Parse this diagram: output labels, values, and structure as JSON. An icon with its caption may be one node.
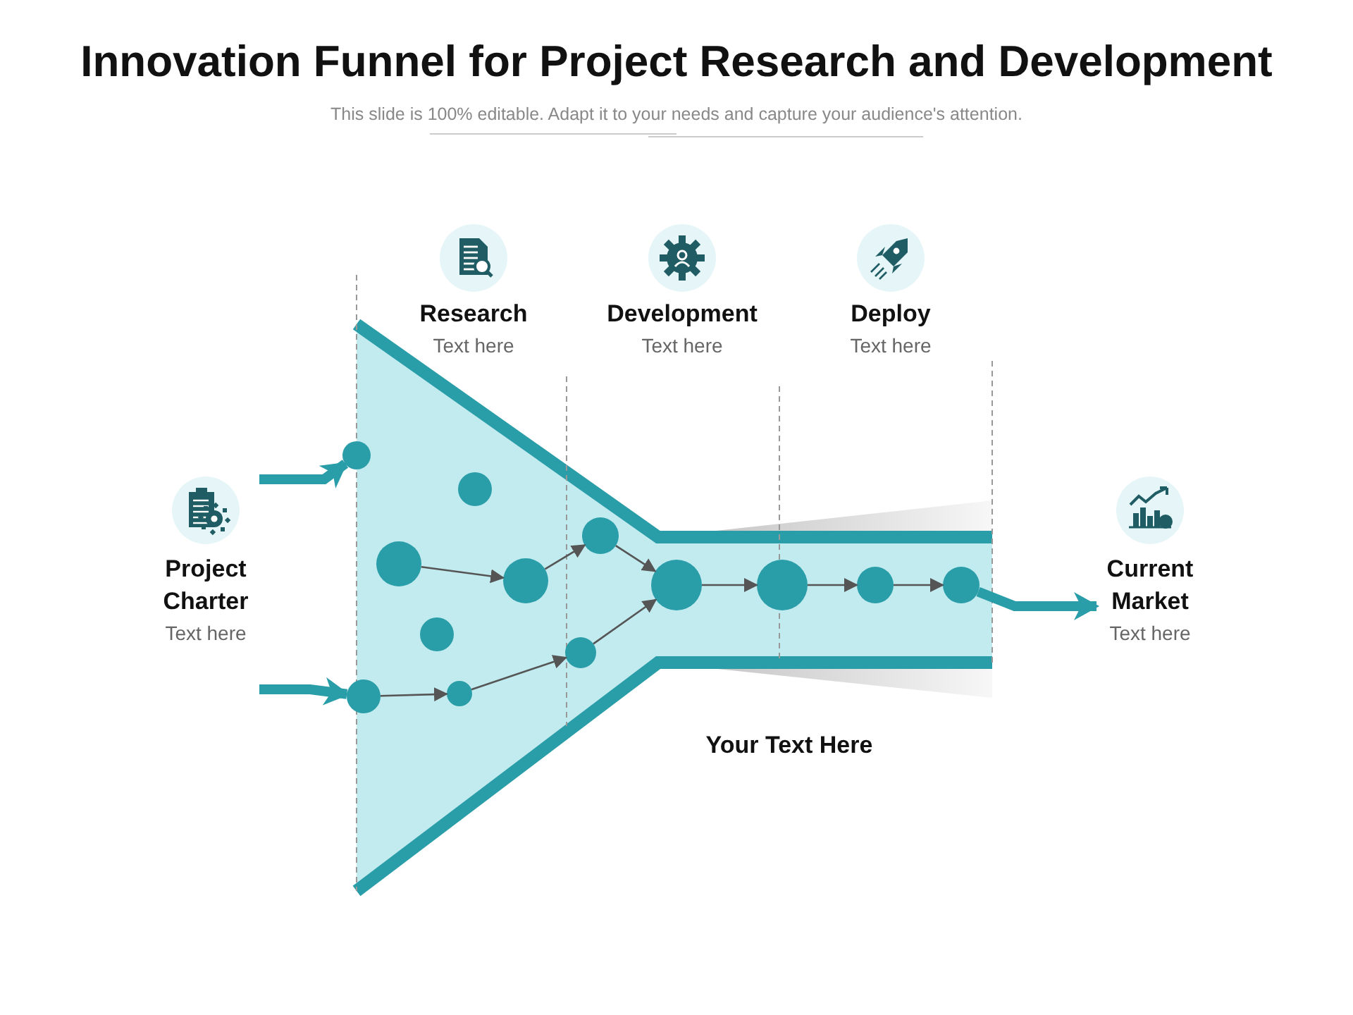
{
  "diagram": {
    "title": "Innovation Funnel for Project Research and Development",
    "nodes": [
      {
        "text": [
          "Project Charter",
          "Text here"
        ]
      },
      {
        "text": [],
        "shape": "circle"
      },
      {
        "text": [],
        "shape": "circle"
      },
      {
        "text": [],
        "shape": "circle"
      },
      {
        "text": [],
        "shape": "circle"
      },
      {
        "text": [],
        "shape": "circle"
      },
      {
        "text": [],
        "shape": "circle"
      },
      {
        "text": [],
        "shape": "circle"
      },
      {
        "text": [],
        "shape": "circle"
      },
      {
        "text": [],
        "shape": "circle"
      },
      {
        "text": [],
        "shape": "circle"
      },
      {
        "text": [],
        "shape": "circle"
      },
      {
        "text": [],
        "shape": "circle"
      },
      {
        "text": [],
        "shape": "circle"
      },
      {
        "text": [
          "Current Market",
          "Text here"
        ]
      }
    ],
    "edges": [
      {
        "from": 0,
        "to": 1,
        "arrow": "to",
        "style": "thick",
        "color": "#2a9ea8"
      },
      {
        "from": 0,
        "to": 2,
        "arrow": "to",
        "style": "thick",
        "color": "#2a9ea8"
      },
      {
        "from": 3,
        "to": 7,
        "arrow": "to"
      },
      {
        "from": 7,
        "to": 9,
        "arrow": "to"
      },
      {
        "from": 9,
        "to": 10,
        "arrow": "to"
      },
      {
        "from": 2,
        "to": 5,
        "arrow": "to"
      },
      {
        "from": 5,
        "to": 8,
        "arrow": "to"
      },
      {
        "from": 8,
        "to": 10,
        "arrow": "to"
      },
      {
        "from": 10,
        "to": 11,
        "arrow": "to"
      },
      {
        "from": 11,
        "to": 12,
        "arrow": "to"
      },
      {
        "from": 12,
        "to": 13,
        "arrow": "to"
      },
      {
        "from": 13,
        "to": 14,
        "arrow": "to",
        "style": "thick",
        "color": "#2a9ea8"
      }
    ],
    "labels": [
      "This slide is 100% editable. Adapt it to your needs and capture your audience's attention.",
      "Research",
      "Text here",
      "Development",
      "Text here",
      "Deploy",
      "Text here",
      "Your Text Here"
    ]
  }
}
